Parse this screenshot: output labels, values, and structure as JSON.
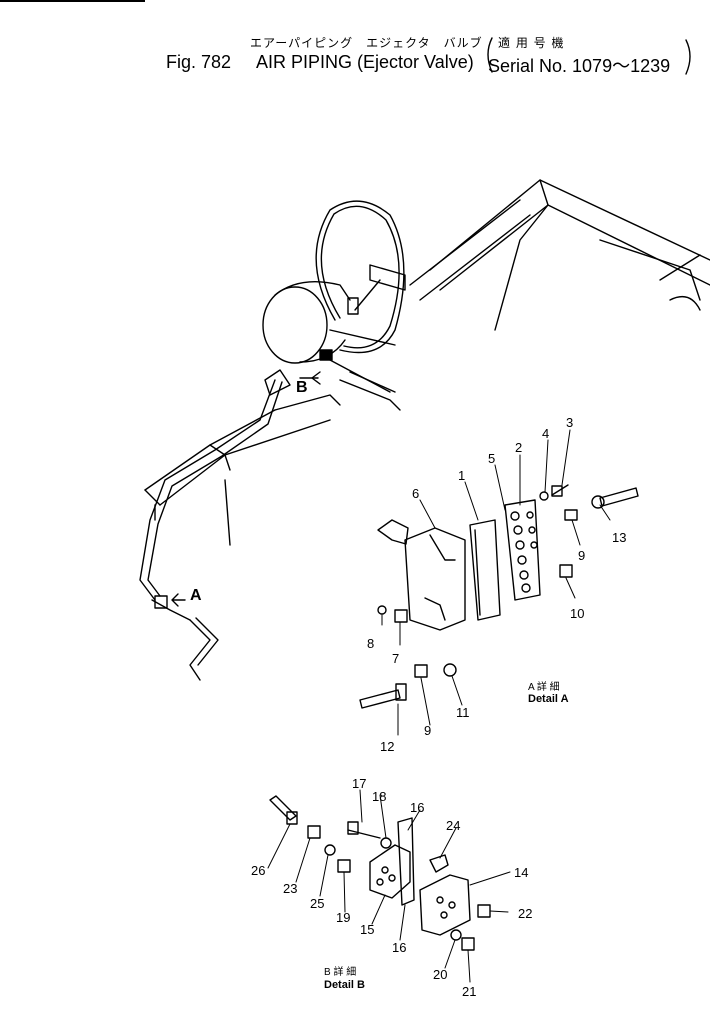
{
  "header": {
    "fig_label": "Fig. 782",
    "title_jp": "エアーパイピング　エジェクタ　バルブ",
    "title_en": "AIR PIPING (Ejector Valve)",
    "serial_jp": "適 用 号 機",
    "serial_en": "Serial No. 1079～1239"
  },
  "markers": {
    "view_a": "A",
    "view_b": "B"
  },
  "details": {
    "a_jp": "A 詳 細",
    "a_en": "Detail A",
    "b_jp": "B 詳 細",
    "b_en": "Detail B"
  },
  "callouts": [
    "1",
    "2",
    "3",
    "4",
    "5",
    "6",
    "7",
    "8",
    "9",
    "9",
    "10",
    "11",
    "12",
    "13",
    "14",
    "15",
    "16",
    "16",
    "17",
    "18",
    "19",
    "20",
    "21",
    "22",
    "23",
    "24",
    "25",
    "26"
  ]
}
